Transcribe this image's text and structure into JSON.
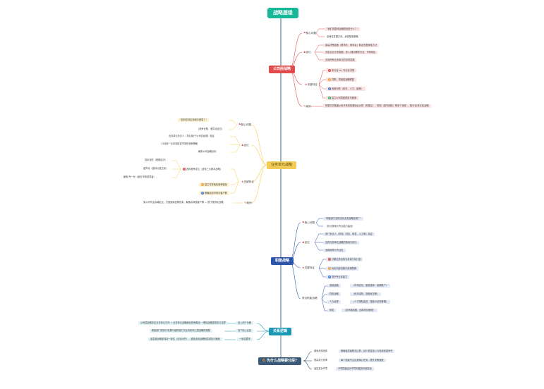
{
  "root": "战略层级",
  "company": {
    "title": "公司层战略",
    "core_label": "核心问题",
    "core_items": [
      "\"我们的整体战略规划是什么？\"",
      "全局性发展方向、资源配置策略"
    ],
    "define_label": "定位",
    "define_items": [
      "最高决策层面（董事长、董事会）制定的整体性方针",
      "决定企业业务版图、进入/退出哪些行业、市场地区",
      "涉及所有业务单元的协同发展"
    ],
    "strategy_label": "关键特征",
    "strategy_items": [
      "多元化 vs. 专业化决策",
      "并购、重组或战略联盟",
      "资源分配（资本、人力、品牌）",
      "建立公司层面愿景与使命"
    ],
    "example_label": "案例",
    "example_item": "阿里巴巴集团从电子商务拓展到云计算（阿里云）、物流（菜鸟网络）等多个领域 — 集中化/多元化战略"
  },
  "business": {
    "title": "业务单元战略",
    "core_label": "核心问题",
    "core_items": [
      "\"如何在特定领域中获胜？\"",
      "（竞争优势、差异化定位）"
    ],
    "define_label": "定位",
    "define_items": [
      "业务单元负责人（事业部/子公司总经理）制定",
      "针对某一业务领域或市场的竞争策略",
      "聚焦公司战略目标"
    ],
    "strategy_label": "关键特征",
    "strategy_sub": [
      "选择竞争定位（波特三大基本战略）",
      "成本领先（规模经济）",
      "差异化（独特价值主张）",
      "聚焦/专一化（细分市场领导者）"
    ],
    "strategy_items": [
      "选择竞争定位（波特三大基本战略）",
      "建立可持续的竞争壁垒",
      "明确目标市场与客户群"
    ],
    "left_items": [
      "成本领先（规模经济）",
      "差异化（独特价值主张）",
      "聚焦/专一化（细分市场领导者）"
    ],
    "example_label": "案例",
    "example_item": "某公司专注高端定位，打造独特品牌形象，聚焦高净值客户群 — 属于差异化战略"
  },
  "functional": {
    "title": "职能战略",
    "core_label": "核心问题",
    "core_items": [
      "\"职能部门如何支持业务战略实现？\"",
      "（执行落地与专业能力建设）"
    ],
    "define_label": "定位",
    "define_items": [
      "部门负责人（市场、财务、研发、人力等）制定",
      "支撑业务单元战略的落地与执行",
      "强调效率与专业性"
    ],
    "strategy_label": "关键特征",
    "strategy_items": [
      "分解业务目标为具体行动计划",
      "优化内部流程与资源配置",
      "提升专业化能力"
    ],
    "dept_label": "常见职能战略",
    "depts": [
      {
        "name": "营销战略",
        "desc": "（市场定位、渠道选择、品牌推广）"
      },
      {
        "name": "财务战略",
        "desc": "（资本结构、投融资决策）"
      },
      {
        "name": "人力资源",
        "desc": "（人才梯队建设、激励与绩效管理）"
      },
      {
        "name": "研发",
        "desc": "（技术路线图、创新项目管理）"
      }
    ]
  },
  "relation": {
    "title": "关系逻辑",
    "left_items": [
      "公司层战略决定业务单元方向 → 业务单元战略细化竞争路径 → 职能战略提供执行支撑",
      "职能部门的执行效果与组织能力又反向影响上层战略的调整",
      "各层级战略需保持一致性（目标对齐），避免出现战略断层或执行偏差"
    ],
    "right_items": [
      "自上而下分解",
      "自下而上反馈",
      "一致性要求"
    ]
  },
  "why": {
    "title": "为什么战略要分层?",
    "items": [
      {
        "k": "避免资源浪费",
        "v": "明确各层级职责边界，减少重复投入与内部资源争夺"
      },
      {
        "k": "提高执行效率",
        "v": "每个层级专注自身核心任务，提升决策速度"
      },
      {
        "k": "适应复杂环境",
        "v": "不同层级应对不同尺度的外部变化"
      }
    ]
  },
  "colors": {
    "company": "#e04b4b",
    "business": "#f3cc55",
    "functional": "#2c56a8",
    "relation": "#1a99b5",
    "why": "#3b5a78",
    "root": "#17b89a"
  }
}
